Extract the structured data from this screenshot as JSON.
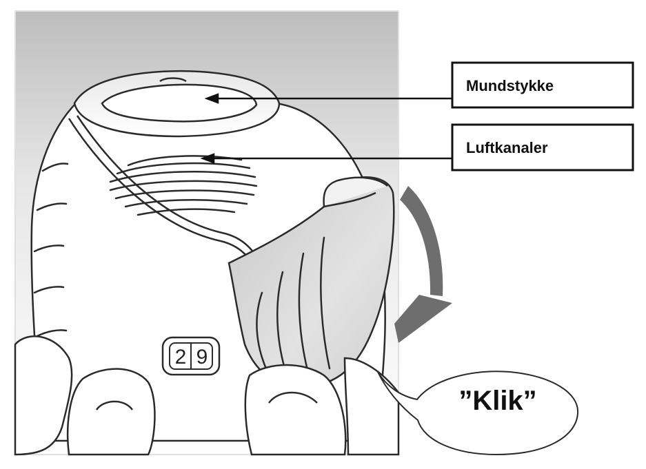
{
  "labels": {
    "mouthpiece": "Mundstykke",
    "air_channels": "Luftkanaler"
  },
  "sound": {
    "text": "”Klik”"
  },
  "counter": {
    "tens": "2",
    "units": "9"
  },
  "colors": {
    "outline": "#2a2a2a",
    "device_fill": "#ffffff",
    "cover_fill": "#d9d9d9",
    "arrow": "#6e6e6e",
    "label_border": "#111111"
  }
}
